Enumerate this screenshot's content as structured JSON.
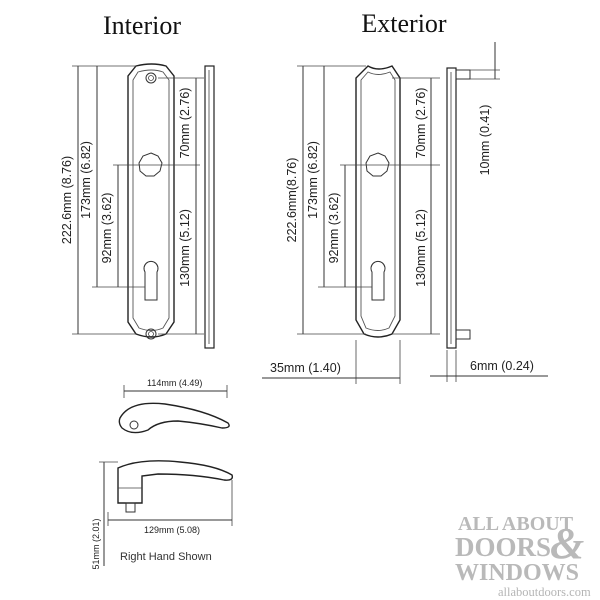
{
  "titles": {
    "interior": "Interior",
    "exterior": "Exterior"
  },
  "interior_dims": {
    "overall": "222.6mm (8.76)",
    "to_spindle": "173mm (6.82)",
    "to_cylinder": "92mm (3.62)",
    "spindle_top": "70mm (2.76)",
    "spindle_cyl": "130mm (5.12)"
  },
  "exterior_dims": {
    "overall": "222.6mm(8.76)",
    "to_spindle": "173mm (6.82)",
    "to_cylinder": "92mm (3.62)",
    "spindle_top": "70mm (2.76)",
    "spindle_cyl": "130mm (5.12)",
    "screw": "10mm (0.41)",
    "width": "35mm (1.40)",
    "thickness": "6mm (0.24)"
  },
  "lever": {
    "length_top": "114mm (4.49)",
    "length_side": "129mm (5.08)",
    "height": "51mm (2.01)",
    "caption": "Right Hand Shown"
  },
  "logo": {
    "line1": "ALL ABOUT",
    "line2": "DOORS",
    "amp": "&",
    "line3": "WINDOWS",
    "url": "allaboutdoors.com"
  }
}
